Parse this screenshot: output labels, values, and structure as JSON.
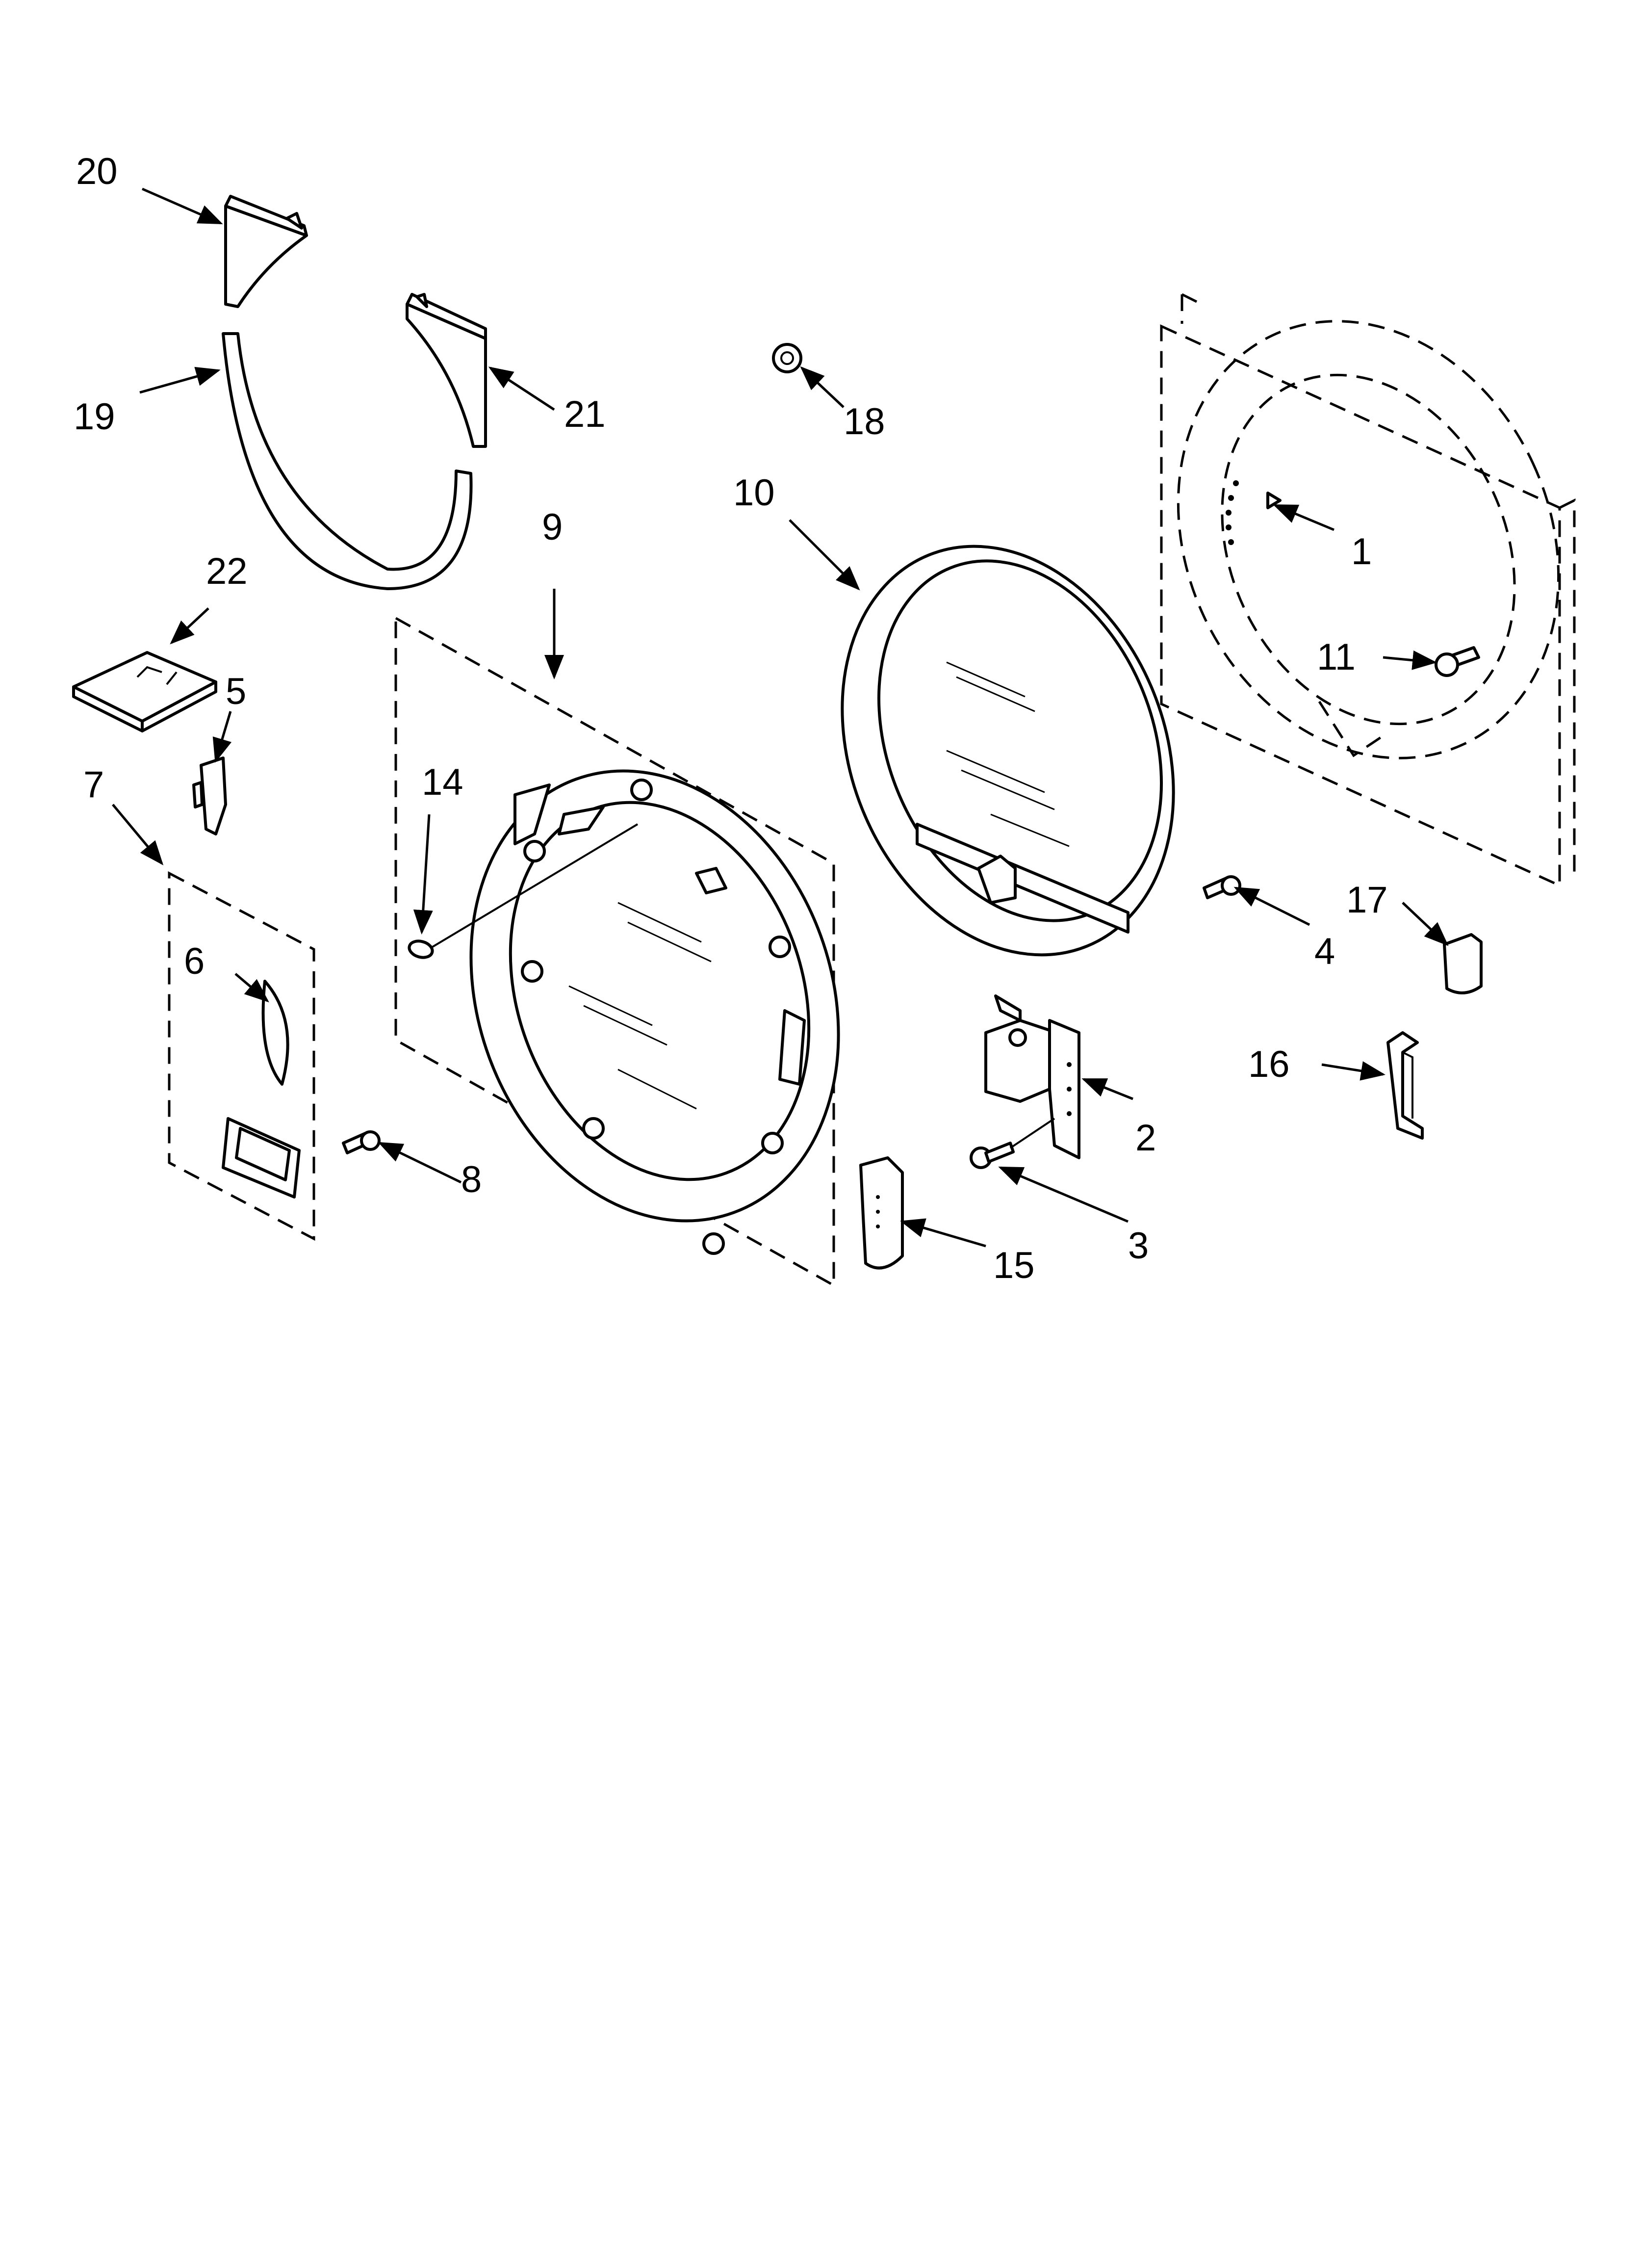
{
  "diagram": {
    "colors": {
      "line": "#000000",
      "background": "#ffffff"
    },
    "callouts": [
      {
        "id": "c1",
        "label": "1",
        "part": "outer-door-panel"
      },
      {
        "id": "c2",
        "label": "2",
        "part": "door-hinge"
      },
      {
        "id": "c3",
        "label": "3",
        "part": "hinge-screw"
      },
      {
        "id": "c4",
        "label": "4",
        "part": "panel-screw"
      },
      {
        "id": "c5",
        "label": "5",
        "part": "latch-clip"
      },
      {
        "id": "c6",
        "label": "6",
        "part": "handle-insert"
      },
      {
        "id": "c7",
        "label": "7",
        "part": "handle-assembly"
      },
      {
        "id": "c8",
        "label": "8",
        "part": "handle-screw"
      },
      {
        "id": "c9",
        "label": "9",
        "part": "outer-door-ring-assembly"
      },
      {
        "id": "c10",
        "label": "10",
        "part": "inner-door-glass"
      },
      {
        "id": "c11",
        "label": "11",
        "part": "door-screw"
      },
      {
        "id": "c14",
        "label": "14",
        "part": "door-bumper"
      },
      {
        "id": "c15",
        "label": "15",
        "part": "hinge-cover-lower"
      },
      {
        "id": "c16",
        "label": "16",
        "part": "hinge-cover-bracket"
      },
      {
        "id": "c17",
        "label": "17",
        "part": "hinge-cover-upper"
      },
      {
        "id": "c18",
        "label": "18",
        "part": "door-strike"
      },
      {
        "id": "c19",
        "label": "19",
        "part": "door-trim-ring"
      },
      {
        "id": "c20",
        "label": "20",
        "part": "trim-end-cap-left"
      },
      {
        "id": "c21",
        "label": "21",
        "part": "trim-end-cap-right"
      },
      {
        "id": "c22",
        "label": "22",
        "part": "latch-cover"
      }
    ]
  }
}
